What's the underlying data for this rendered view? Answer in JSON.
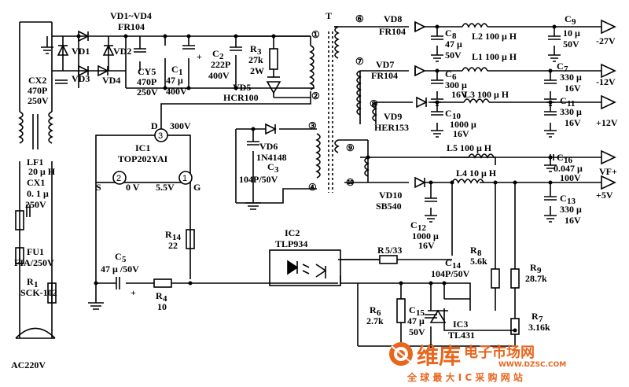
{
  "labels": {
    "vd1_vd4": "VD1~VD4",
    "vd1_vd4_type": "FR104",
    "vd1": "VD1",
    "vd2": "VD2",
    "vd3": "VD3",
    "vd4": "VD4",
    "cx2": "CX2",
    "cx2_val": "470P",
    "cx2_volt": "250V",
    "cy5": "CY5",
    "cy5_val": "470P",
    "cy5_volt": "250V",
    "c1": "C",
    "c1_sub": "1",
    "c1_val": "47 μ",
    "c1_volt": "400V",
    "c2": "C",
    "c2_sub": "2",
    "c2_val": "222P",
    "c2_volt": "400V",
    "r3": "R",
    "r3_sub": "3",
    "r3_val": "27k",
    "r3_pw": "2W",
    "vd5": "VD5",
    "vd5_type": "HCR100",
    "t": "T",
    "w1": "①",
    "w2": "②",
    "w3": "③",
    "w4": "④",
    "w6": "⑥",
    "w7": "⑦",
    "w8": "⑧",
    "w9": "⑨",
    "w10": "⑩",
    "vd8": "VD8",
    "vd8_type": "FR104",
    "c8": "C",
    "c8_sub": "8",
    "c8_val": "47 μ",
    "c8_volt": "50V",
    "l2": "L2  100 μ H",
    "c9": "C",
    "c9_sub": "9",
    "c9_val": "10 μ",
    "c9_volt": "50V",
    "out_m27": "-27V",
    "l1": "L1  100 μ H",
    "vd7": "VD7",
    "vd7_type": "FR104",
    "c6": "C",
    "c6_sub": "6",
    "c6_val": "300 μ",
    "c6_volt": "16V",
    "c7": "C",
    "c7_sub": "7",
    "c7_val": "330 μ",
    "c7_volt": "16V",
    "out_m12": "-12V",
    "l3": "L3  100 μ H",
    "vd9": "VD9",
    "vd9_type": "HER153",
    "c10": "C",
    "c10_sub": "10",
    "c10_val": "1000 μ",
    "c10_volt": "16V",
    "c11": "C",
    "c11_sub": "11",
    "c11_val": "330 μ",
    "c11_volt": "16V",
    "out_p12": "+12V",
    "l5": "L5  100 μ H",
    "c16": "C",
    "c16_sub": "16",
    "c16_val": "0.047 μ",
    "c16_volt": "100V",
    "out_vf": "VF+",
    "l4": "L4  10 μ H",
    "vd10": "VD10",
    "vd10_type": "SB540",
    "c12": "C",
    "c12_sub": "12",
    "c12_val": "1000 μ",
    "c12_volt": "16V",
    "c13": "C",
    "c13_sub": "13",
    "c13_val": "330 μ",
    "c13_volt": "16V",
    "out_p5": "+5V",
    "lf1": "LF1",
    "lf1_val": "20 μ H",
    "cx1": "CX1",
    "cx1_val": "0. 1 μ",
    "cx1_volt": "250V",
    "fu1": "FU1",
    "fu1_val": "FIA/250V",
    "r1": "R",
    "r1_sub": "1",
    "r1_val": "SCK-102",
    "ac": "AC220V",
    "ic1_d": "D",
    "ic1_300v": "300V",
    "ic1_p3": "3",
    "ic1": "IC1",
    "ic1_type": "TOP202YAI",
    "ic1_s": "S",
    "ic1_p2": "2",
    "ic1_0v": "0 V",
    "ic1_55v": "5.5V",
    "ic1_p1": "1",
    "ic1_g": "G",
    "vd6": "VD6",
    "vd6_type": "1N4148",
    "c3": "C",
    "c3_sub": "3",
    "c3_val": "104P/50V",
    "r14": "R",
    "r14_sub": "14",
    "r14_val": "22",
    "c5": "C",
    "c5_sub": "5",
    "c5_val": "47 μ /50V",
    "r4": "R",
    "r4_sub": "4",
    "r4_val": "10",
    "ic2": "IC2",
    "ic2_type": "TLP934",
    "r5": "R",
    "r5_val": "5/33",
    "r8": "R",
    "r8_sub": "8",
    "r8_val": "5.6k",
    "c14": "C",
    "c14_sub": "14",
    "c14_val": "104P/50V",
    "r9": "R",
    "r9_sub": "9",
    "r9_val": "28.7k",
    "r6": "R",
    "r6_sub": "6",
    "r6_val": "2.7k",
    "c15": "C",
    "c15_sub": "15",
    "c15_val": "47 μ",
    "c15_volt": "50V",
    "ic3": "IC3",
    "ic3_type": "TL431",
    "r7": "R",
    "r7_sub": "7",
    "r7_val": "3.16k",
    "plus": "+"
  },
  "watermark": {
    "brand": "维库",
    "brand2": "电子市场网",
    "url": "WWW.DZSC.COM",
    "slogan": "全 球 最 大 I C 采 购 网 站",
    "color": "#e8661e"
  }
}
